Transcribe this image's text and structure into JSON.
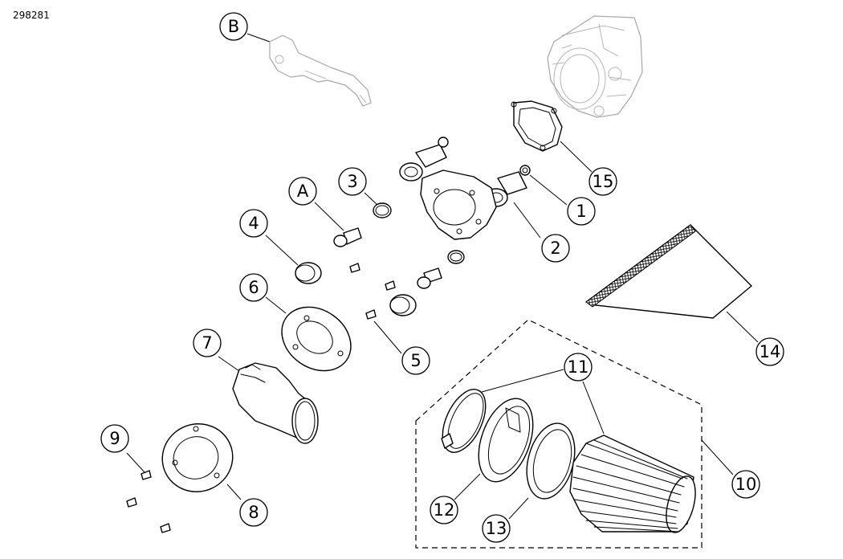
{
  "diagram": {
    "doc_id": "298281",
    "callouts": [
      "B",
      "A",
      "1",
      "2",
      "3",
      "4",
      "5",
      "6",
      "7",
      "8",
      "9",
      "10",
      "11",
      "12",
      "13",
      "14",
      "15"
    ]
  }
}
